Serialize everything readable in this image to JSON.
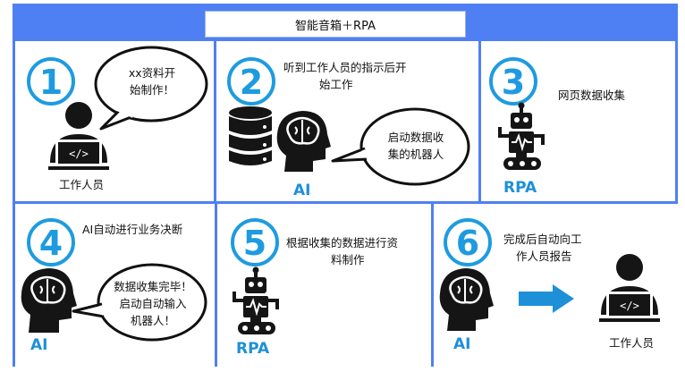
{
  "title": "智能音箱＋RPA",
  "colors": {
    "accent": "#1e90d8",
    "frame": "#4f80f3",
    "dark": "#151515"
  },
  "steps": [
    {
      "number": "1",
      "bubble": [
        "xx资料开",
        "始制作！"
      ],
      "caption": "工作人员"
    },
    {
      "number": "2",
      "text": [
        "听到工作人员的指示后开",
        "始工作"
      ],
      "bubble": [
        "启动数据收",
        "集的机器人"
      ],
      "ai_label": "AI"
    },
    {
      "number": "3",
      "text": [
        "网页数据收集"
      ],
      "rpa_label": "RPA"
    },
    {
      "number": "4",
      "text": [
        "AI自动进行业务决断"
      ],
      "bubble": [
        "数据收集完毕！",
        "启动自动输入",
        "机器人！"
      ],
      "ai_label": "AI"
    },
    {
      "number": "5",
      "text": [
        "根据收集的数据进行资",
        "料制作"
      ],
      "rpa_label": "RPA"
    },
    {
      "number": "6",
      "text": [
        "完成后自动向工",
        "作人员报告"
      ],
      "ai_label": "AI",
      "caption": "工作人员"
    }
  ],
  "icons": [
    "person-laptop-icon",
    "database-icon",
    "ai-head-icon",
    "robot-icon",
    "arrow-right-icon"
  ]
}
